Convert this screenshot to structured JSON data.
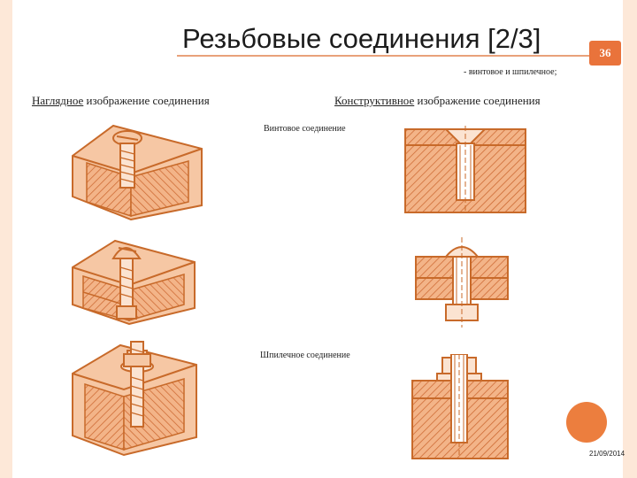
{
  "slide": {
    "title": "Резьбовые соединения [2/3]",
    "page_number": "36",
    "subtitle": "- винтовое и шпилечное;",
    "left_heading_underlined": "Наглядное",
    "left_heading_rest": " изображение соединения",
    "right_heading_underlined": "Конструктивное",
    "right_heading_rest": " изображение соединения",
    "caption_screw": "Винтовое соединение",
    "caption_stud": "Шпилечное соединение",
    "date": "21/09/2014"
  },
  "colors": {
    "accent": "#e9733b",
    "line": "#c86a2a",
    "fill": "#f3b488",
    "hatch": "#c9622a",
    "border": "#fde8d8"
  }
}
